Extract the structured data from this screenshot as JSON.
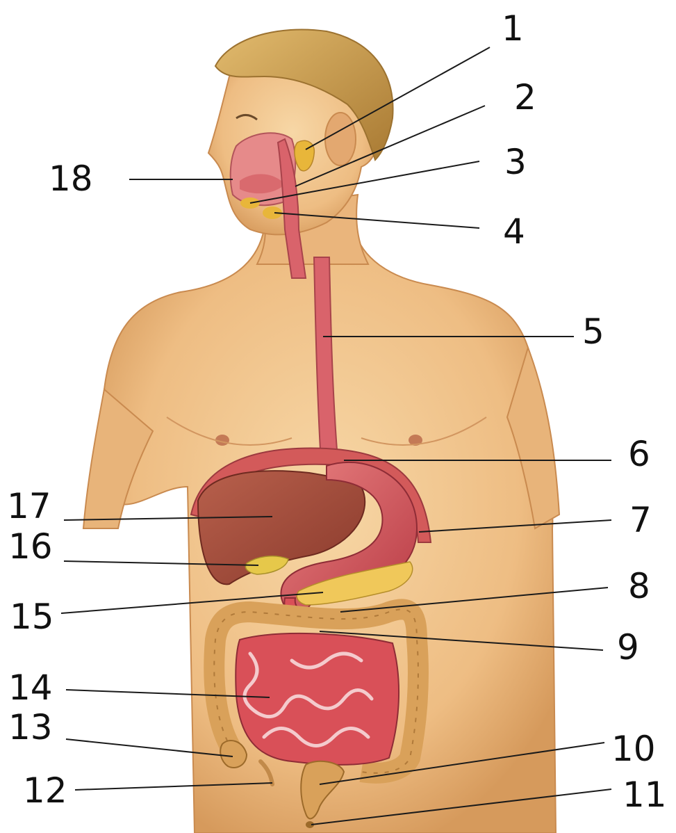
{
  "labels": [
    "1",
    "2",
    "3",
    "4",
    "5",
    "6",
    "7",
    "8",
    "9",
    "10",
    "11",
    "12",
    "13",
    "14",
    "15",
    "16",
    "17",
    "18"
  ],
  "colors": {
    "background": "#ffffff",
    "skin": "#f2c68e",
    "skin_shadow": "#d9a066",
    "hair": "#c99a4a",
    "esophagus": "#d9636b",
    "liver": "#a84b3c",
    "stomach": "#d4545e",
    "intestine_small": "#d95058",
    "intestine_large": "#d9a15a",
    "pancreas": "#f0c85a",
    "gland": "#e8b63a",
    "leader_line": "#1a1a1a",
    "label_text": "#111111"
  }
}
